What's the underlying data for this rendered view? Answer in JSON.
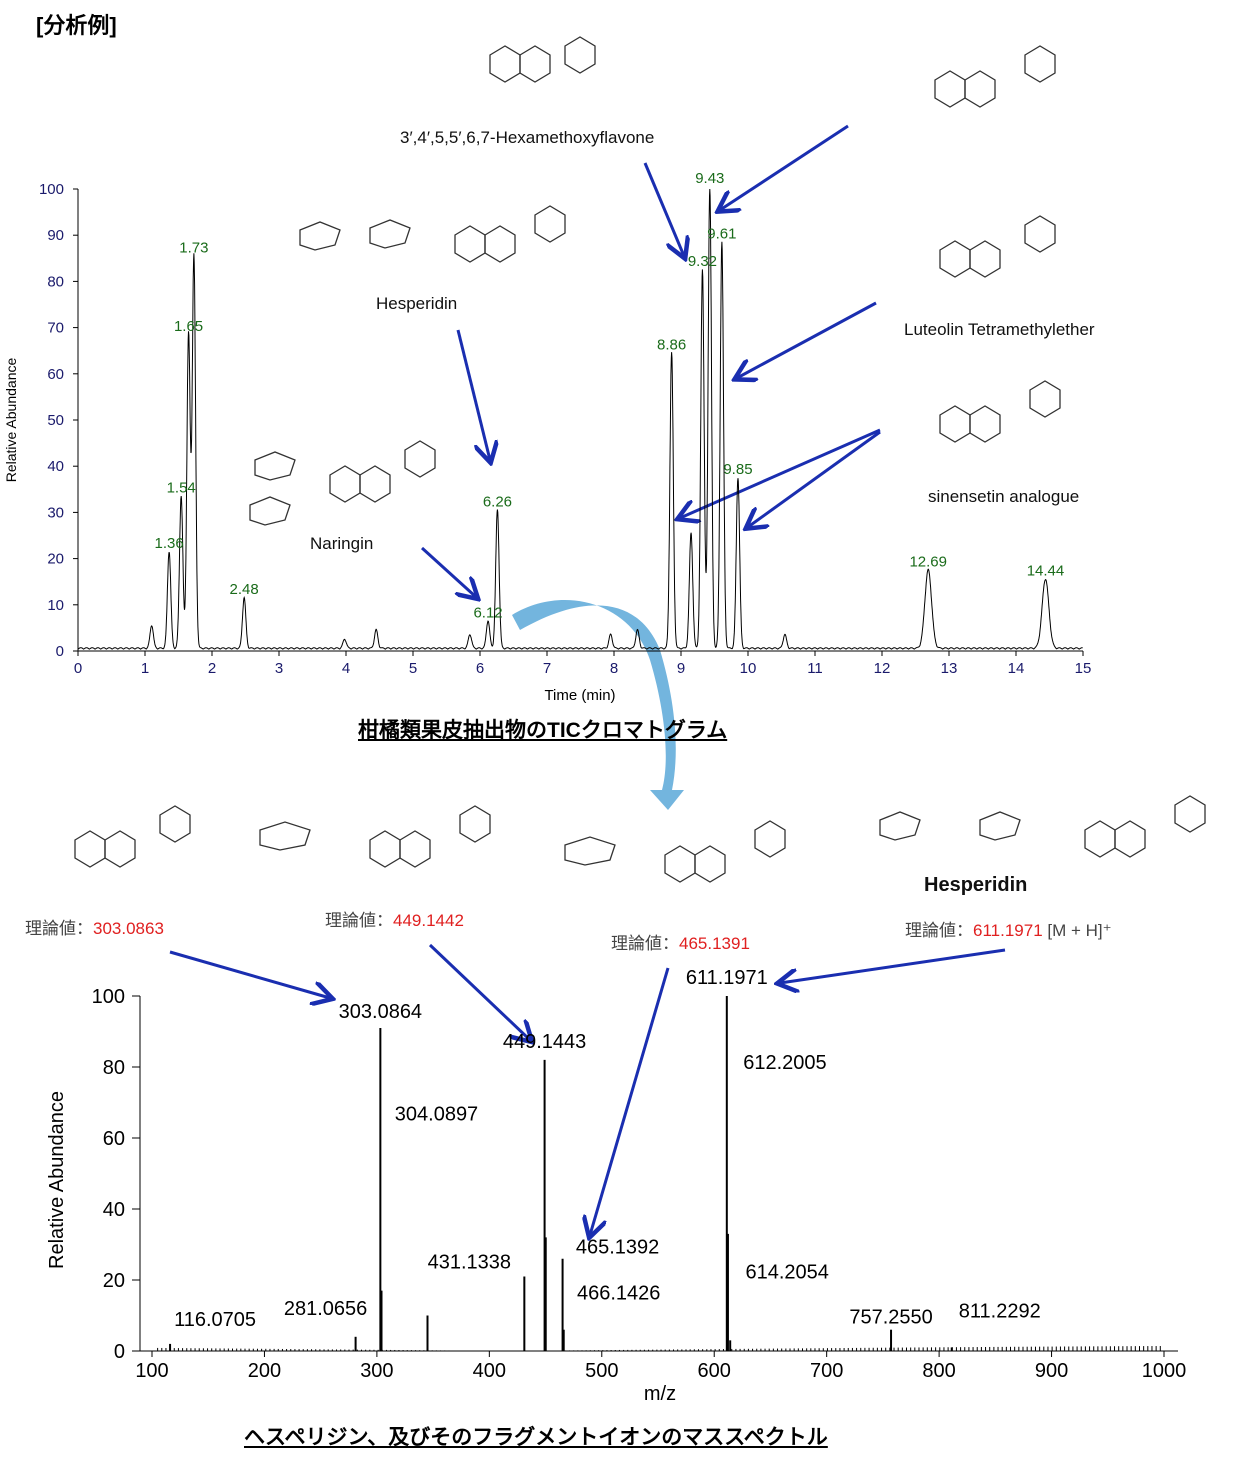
{
  "header": "[分析例]",
  "compounds": {
    "hexamethoxyflavone": "3′,4′,5,5′,6,7-Hexamethoxyflavone",
    "hesperidin": "Hesperidin",
    "naringin": "Naringin",
    "luteolin": "Luteolin Tetramethylether",
    "sinensetin": "sinensetin analogue",
    "hesperidin_bold": "Hesperidin"
  },
  "captions": {
    "tic": "柑橘類果皮抽出物のTICクロマトグラム",
    "ms": "ヘスペリジン、及びそのフラグメントイオンのマススペクトル"
  },
  "theoretical": [
    {
      "label": "理論値：",
      "value": "303.0863",
      "suffix": ""
    },
    {
      "label": "理論値：",
      "value": "449.1442",
      "suffix": ""
    },
    {
      "label": "理論値：",
      "value": "465.1391",
      "suffix": ""
    },
    {
      "label": "理論値：",
      "value": "611.1971",
      "suffix": " [M + H]⁺"
    }
  ],
  "colors": {
    "arrow": "#1a2eb0",
    "peak_label_tic": "#1a6b1a",
    "theoretical": "#e02020",
    "curve_arrow": "#5aa8d8"
  },
  "chart_data": [
    {
      "type": "line",
      "title": "",
      "xlabel": "Time (min)",
      "ylabel": "Relative Abundance",
      "xlim": [
        0,
        15
      ],
      "ylim": [
        0,
        100
      ],
      "xticks": [
        0,
        1,
        2,
        3,
        4,
        5,
        6,
        7,
        8,
        9,
        10,
        11,
        12,
        13,
        14,
        15
      ],
      "yticks": [
        0,
        10,
        20,
        30,
        40,
        50,
        60,
        70,
        80,
        90,
        100
      ],
      "peaks": [
        {
          "rt": 1.1,
          "height": 5,
          "label": ""
        },
        {
          "rt": 1.36,
          "height": 21,
          "label": "1.36"
        },
        {
          "rt": 1.54,
          "height": 33,
          "label": "1.54"
        },
        {
          "rt": 1.65,
          "height": 68,
          "label": "1.65"
        },
        {
          "rt": 1.73,
          "height": 85,
          "label": "1.73"
        },
        {
          "rt": 2.48,
          "height": 11,
          "label": "2.48"
        },
        {
          "rt": 3.98,
          "height": 2,
          "label": ""
        },
        {
          "rt": 4.45,
          "height": 4,
          "label": ""
        },
        {
          "rt": 5.85,
          "height": 3,
          "label": ""
        },
        {
          "rt": 6.12,
          "height": 6,
          "label": "6.12"
        },
        {
          "rt": 6.26,
          "height": 30,
          "label": "6.26"
        },
        {
          "rt": 7.95,
          "height": 3,
          "label": ""
        },
        {
          "rt": 8.35,
          "height": 4,
          "label": ""
        },
        {
          "rt": 8.86,
          "height": 64,
          "label": "8.86"
        },
        {
          "rt": 9.15,
          "height": 25,
          "label": ""
        },
        {
          "rt": 9.32,
          "height": 82,
          "label": "9.32"
        },
        {
          "rt": 9.43,
          "height": 100,
          "label": "9.43"
        },
        {
          "rt": 9.61,
          "height": 88,
          "label": "9.61"
        },
        {
          "rt": 9.85,
          "height": 37,
          "label": "9.85"
        },
        {
          "rt": 10.55,
          "height": 3,
          "label": ""
        },
        {
          "rt": 12.69,
          "height": 17,
          "label": "12.69"
        },
        {
          "rt": 14.44,
          "height": 15,
          "label": "14.44"
        }
      ]
    },
    {
      "type": "bar",
      "title": "",
      "xlabel": "m/z",
      "ylabel": "Relative Abundance",
      "xlim": [
        100,
        1000
      ],
      "ylim": [
        0,
        100
      ],
      "xticks": [
        100,
        200,
        300,
        400,
        500,
        600,
        700,
        800,
        900,
        1000
      ],
      "yticks": [
        0,
        20,
        40,
        60,
        80,
        100
      ],
      "peaks": [
        {
          "mz": 116.0705,
          "intensity": 2,
          "label": "116.0705"
        },
        {
          "mz": 281.0656,
          "intensity": 4,
          "label": "281.0656"
        },
        {
          "mz": 303.0864,
          "intensity": 91,
          "label": "303.0864"
        },
        {
          "mz": 304.0897,
          "intensity": 17,
          "label": "304.0897"
        },
        {
          "mz": 345.0,
          "intensity": 10,
          "label": ""
        },
        {
          "mz": 431.1338,
          "intensity": 21,
          "label": "431.1338"
        },
        {
          "mz": 449.1443,
          "intensity": 82,
          "label": "449.1443"
        },
        {
          "mz": 450.15,
          "intensity": 32,
          "label": ""
        },
        {
          "mz": 465.1392,
          "intensity": 26,
          "label": "465.1392"
        },
        {
          "mz": 466.1426,
          "intensity": 6,
          "label": "466.1426"
        },
        {
          "mz": 611.1971,
          "intensity": 100,
          "label": "611.1971"
        },
        {
          "mz": 612.2005,
          "intensity": 33,
          "label": "612.2005"
        },
        {
          "mz": 614.2054,
          "intensity": 3,
          "label": "614.2054"
        },
        {
          "mz": 757.255,
          "intensity": 6,
          "label": "757.2550"
        },
        {
          "mz": 811.2292,
          "intensity": 1,
          "label": "811.2292"
        }
      ]
    }
  ]
}
